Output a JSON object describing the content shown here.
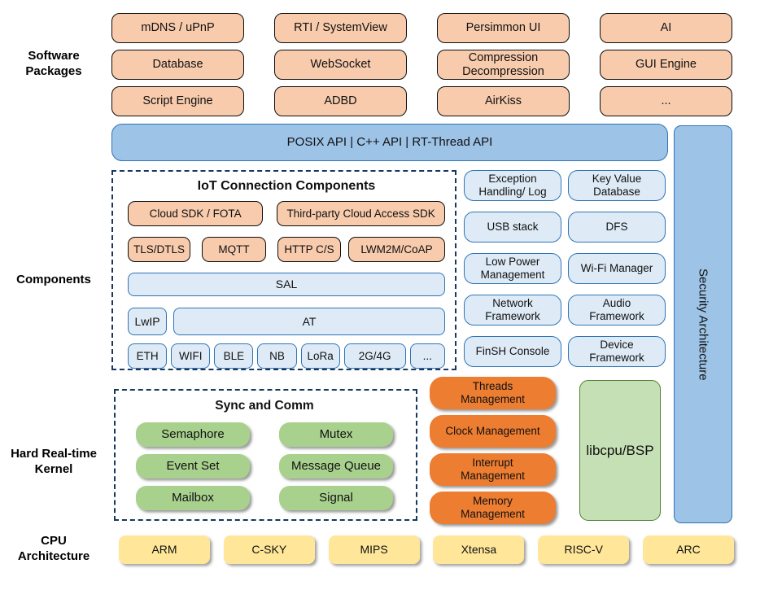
{
  "left_labels": {
    "software": "Software\nPackages",
    "components": "Components",
    "kernel": "Hard Real-time\nKernel",
    "cpu": "CPU\nArchitecture"
  },
  "software_packages": {
    "items": [
      "mDNS / uPnP",
      "RTI / SystemView",
      "Persimmon UI",
      "AI",
      "Database",
      "WebSocket",
      "Compression\nDecompression",
      "GUI Engine",
      "Script Engine",
      "ADBD",
      "AirKiss",
      "..."
    ]
  },
  "api_bar": {
    "label": "POSIX API | C++ API | RT-Thread API"
  },
  "iot": {
    "title": "IoT Connection Components",
    "sdk_row": [
      "Cloud SDK / FOTA",
      "Third-party Cloud Access SDK"
    ],
    "protocol_row": [
      "TLS/DTLS",
      "MQTT",
      "HTTP C/S",
      "LWM2M/CoAP"
    ],
    "sal": "SAL",
    "lwip": "LwIP",
    "at": "AT",
    "link_row": [
      "ETH",
      "WIFI",
      "BLE",
      "NB",
      "LoRa",
      "2G/4G",
      "..."
    ]
  },
  "component_grid": {
    "items": [
      "Exception\nHandling/ Log",
      "Key Value\nDatabase",
      "USB stack",
      "DFS",
      "Low Power\nManagement",
      "Wi-Fi Manager",
      "Network\nFramework",
      "Audio\nFramework",
      "FinSH Console",
      "Device\nFramework"
    ]
  },
  "security_bar": {
    "label": "Security Architecture"
  },
  "kernel": {
    "sync_title": "Sync and Comm",
    "sync_items": [
      "Semaphore",
      "Mutex",
      "Event Set",
      "Message Queue",
      "Mailbox",
      "Signal"
    ],
    "mgmt_items": [
      "Threads\nManagement",
      "Clock Management",
      "Interrupt\nManagement",
      "Memory\nManagement"
    ],
    "libcpu": "libcpu/BSP"
  },
  "cpu_row": {
    "items": [
      "ARM",
      "C-SKY",
      "MIPS",
      "Xtensa",
      "RISC-V",
      "ARC"
    ]
  },
  "palette": {
    "package_fill": "#F8CBAD",
    "package_border": "#0d0d0d",
    "api_fill": "#9DC3E6",
    "api_border": "#2E75B6",
    "light_blue_fill": "#DEEBF7",
    "light_blue_border": "#2E75B6",
    "green_fill": "#A9D18E",
    "management_fill": "#ED7D31",
    "libcpu_fill": "#C5E0B4",
    "libcpu_border": "#538135",
    "cpu_fill": "#FFE699",
    "dash_border": "#17375E"
  }
}
